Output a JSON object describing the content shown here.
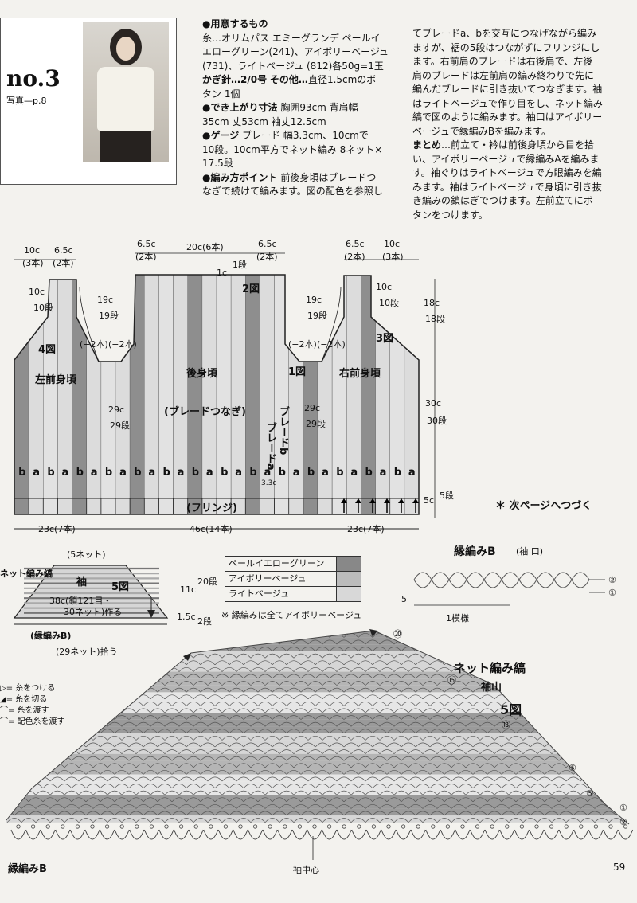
{
  "header": {
    "number": "no.3",
    "photo_ref": "写真—p.8"
  },
  "materials": {
    "title": "●用意するもの",
    "yarn_lines": [
      "糸…オリムパス エミーグランデ ペールイ",
      "エローグリーン(241)、アイボリーベージュ",
      "(731)、ライトベージュ (812)各50g=1玉"
    ],
    "hook": "かぎ針…2/0号",
    "other_label": "その他…",
    "other": "直径1.5cmのボ",
    "other2": "タン 1個"
  },
  "finished": {
    "title": "●でき上がり寸法",
    "line1": "胸囲93cm 背肩幅",
    "line2": "35cm 丈53cm 袖丈12.5cm"
  },
  "gauge": {
    "title": "●ゲージ",
    "line1": "ブレード 幅3.3cm、10cmで",
    "line2": "10段。10cm平方でネット編み 8ネット×",
    "line3": "17.5段"
  },
  "points": {
    "title": "●編み方ポイント",
    "line1": "前後身頃はブレードつ",
    "line2": "なぎで続けて編みます。図の配色を参照し"
  },
  "col2_lines": [
    "てブレードa、bを交互につなげながら編み",
    "ますが、裾の5段はつながずにフリンジにし",
    "ます。右前肩のブレードは右後肩で、左後",
    "肩のブレードは左前肩の編み終わりで先に",
    "編んだブレードに引き抜いてつなぎます。袖",
    "はライトベージュで作り目をし、ネット編み",
    "縞で図のように編みます。袖口はアイボリー",
    "ベージュで縁編みBを編みます。"
  ],
  "matome": {
    "title": "まとめ",
    "lines": [
      "…前立て・衿は前後身頃から目を拾",
      "い、アイボリーベージュで縁編みAを編みま",
      "す。袖ぐりはライトベージュで方眼編みを編",
      "みます。袖はライトベージュで身頃に引き抜",
      "き編みの鎖はぎでつけます。左前立てにボ",
      "タンをつけます。"
    ]
  },
  "body_diagram": {
    "top_dims": {
      "left_10c": "10c",
      "left_3hon": "(3本)",
      "left_65c": "6.5c",
      "left_2hon": "(2本)",
      "mid_65c_a": "6.5c",
      "mid_2hon_a": "(2本)",
      "mid_20c": "20c(6本)",
      "mid_65c_b": "6.5c",
      "mid_2hon_b": "(2本)",
      "right_65c": "6.5c",
      "right_2hon": "(2本)",
      "right_10c": "10c",
      "right_3hon": "(3本)"
    },
    "row1": "1段",
    "onec": "1c",
    "fig_labels": {
      "f1": "1図",
      "f2": "2図",
      "f3": "3図",
      "f4": "4図"
    },
    "left_front": "左前身頃",
    "back": "後身頃",
    "back_sub": "(ブレードつなぎ)",
    "right_front": "右前身頃",
    "blade_a": "ブレードa",
    "blade_b": "ブレードb",
    "w33": "3.3c",
    "fringe": "(フリンジ)",
    "side_dims": {
      "l10c": "10c",
      "l10dan": "10段",
      "a19c": "19c",
      "a19dan": "19段",
      "m2a": "(−2本)",
      "m2b": "(−2本)",
      "a29c": "29c",
      "a29dan": "29段",
      "b19c": "19c",
      "b19dan": "19段",
      "m2c": "(−2本)",
      "m2d": "(−2本)",
      "b29c": "29c",
      "b29dan": "29段",
      "r10c": "10c",
      "r10dan": "10段",
      "r18c": "18c",
      "r18dan": "18段",
      "r30c": "30c",
      "r30dan": "30段",
      "r5c": "5c",
      "r5dan": "5段"
    },
    "bottom_dims": {
      "l23": "23c(7本)",
      "m46": "46c(14本)",
      "r23": "23c(7本)"
    },
    "continued": "＊ 次ページへつづく",
    "stripe_labels": [
      "b",
      "a",
      "b",
      "a",
      "b",
      "a",
      "b",
      "a",
      "b",
      "a",
      "b",
      "a",
      "b",
      "a",
      "b",
      "a",
      "b",
      "a",
      "b",
      "a",
      "b",
      "a",
      "b",
      "a",
      "b",
      "a",
      "b",
      "a"
    ]
  },
  "sleeve_small": {
    "net": "(5ネット)",
    "net_label": "ネット編み縞",
    "sleeve": "袖",
    "fig5": "5図",
    "chain": "38c(鎖121目・",
    "chain2": "30ネット)作る",
    "edge": "(縁編みB)",
    "pick": "(29ネット)拾う"
  },
  "sleeve_dims": {
    "h11c": "11c",
    "h20dan": "20段",
    "h15c": "1.5c",
    "h2dan": "2段"
  },
  "legend": {
    "rows": [
      {
        "label": "ペールイエローグリーン",
        "color": "#888888"
      },
      {
        "label": "アイボリーベージュ",
        "color": "#bbbbbb"
      },
      {
        "label": "ライトベージュ",
        "color": "#d8d8d8"
      }
    ],
    "note": "※ 縁編みは全てアイボリーベージュ"
  },
  "edging_b": {
    "title": "縁編みB",
    "sub": "(袖 口)",
    "repeat": "1模様",
    "r1": "①",
    "r2": "②",
    "start": "5"
  },
  "symbols": [
    "▷= 糸をつける",
    "◢= 糸を切る",
    "⌒= 糸を渡す",
    "⌒= 配色糸を渡す"
  ],
  "large_sleeve": {
    "title": "ネット編み縞",
    "sub": "袖山",
    "fig": "5図",
    "center": "袖中心",
    "bottom_label": "縁編みB",
    "marks": [
      "⑳",
      "⑮",
      "⑬",
      "⑤",
      "①",
      "②",
      "⑤"
    ]
  },
  "page_number": "59"
}
